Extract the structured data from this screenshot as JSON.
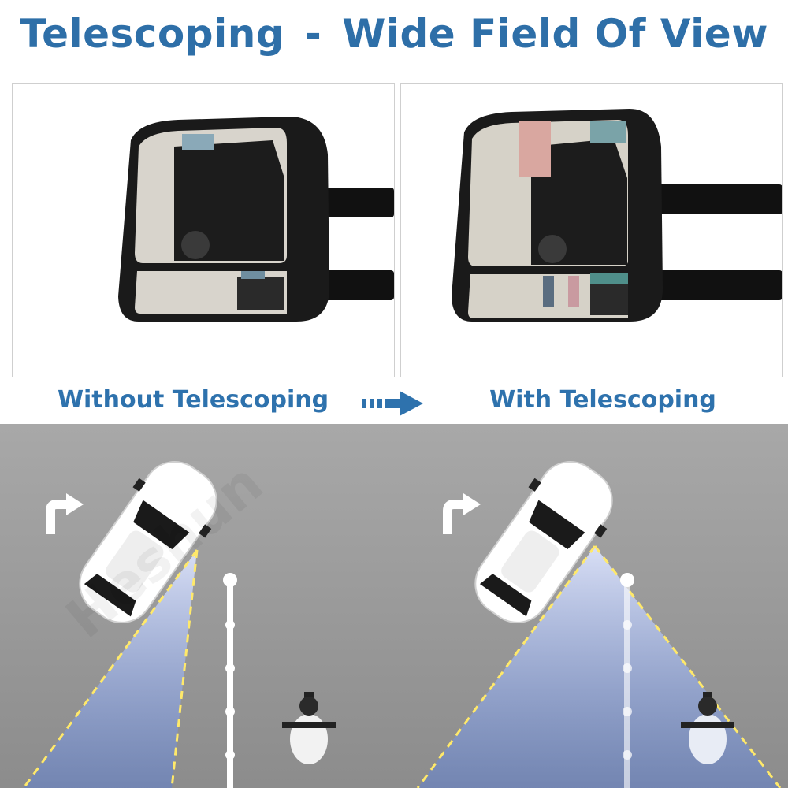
{
  "title": {
    "left": "Telescoping",
    "dash": "-",
    "right": "Wide Field Of View"
  },
  "captions": {
    "without": "Without Telescoping",
    "with": "With Telescoping"
  },
  "watermark": "Heshun",
  "colors": {
    "title": "#2e6fa8",
    "caption": "#2e72ad",
    "arrow": "#2e72ad",
    "road": "#9a9a9a",
    "view_cone": "#6a8fd8",
    "dashed_line": "#ffe96a"
  },
  "icons": {
    "turn": "turn-right-arrow-icon",
    "direction": "dashed-right-arrow-icon"
  }
}
